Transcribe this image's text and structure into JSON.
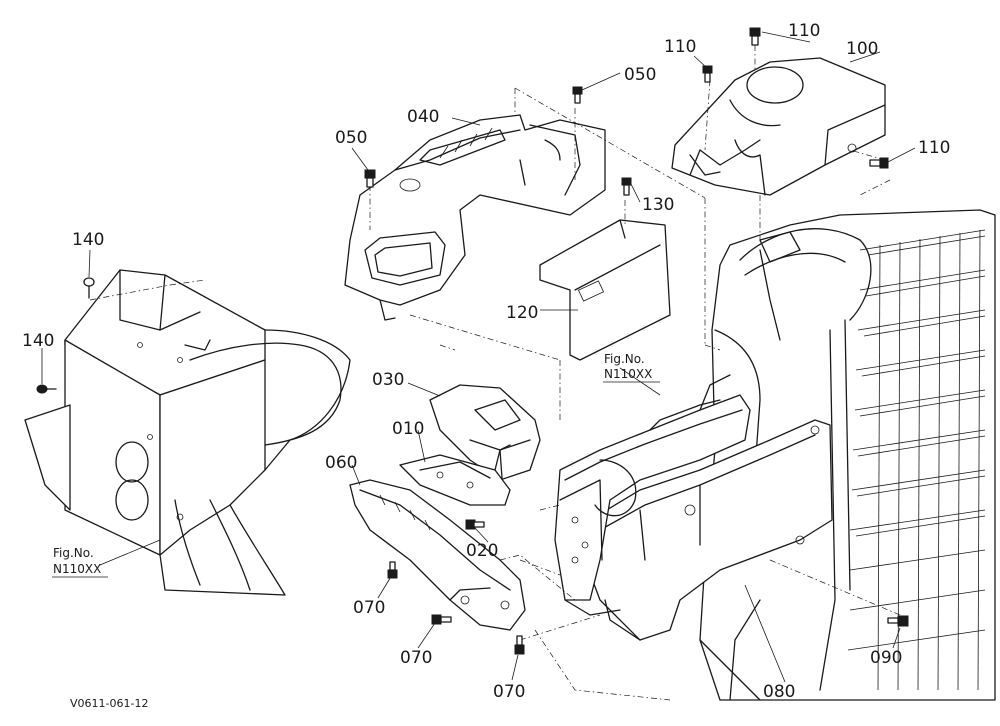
{
  "callouts": {
    "p010": "010",
    "p020": "020",
    "p030": "030",
    "p040": "040",
    "p050a": "050",
    "p050b": "050",
    "p060": "060",
    "p070a": "070",
    "p070b": "070",
    "p070c": "070",
    "p080": "080",
    "p090": "090",
    "p100": "100",
    "p110a": "110",
    "p110b": "110",
    "p110c": "110",
    "p120": "120",
    "p130": "130",
    "p140a": "140",
    "p140b": "140"
  },
  "fig_refs": {
    "left_label": "Fig.No.",
    "left_code": "N110XX",
    "center_label": "Fig.No.",
    "center_code": "N110XX"
  },
  "drawing_code": "V0611-061-12"
}
